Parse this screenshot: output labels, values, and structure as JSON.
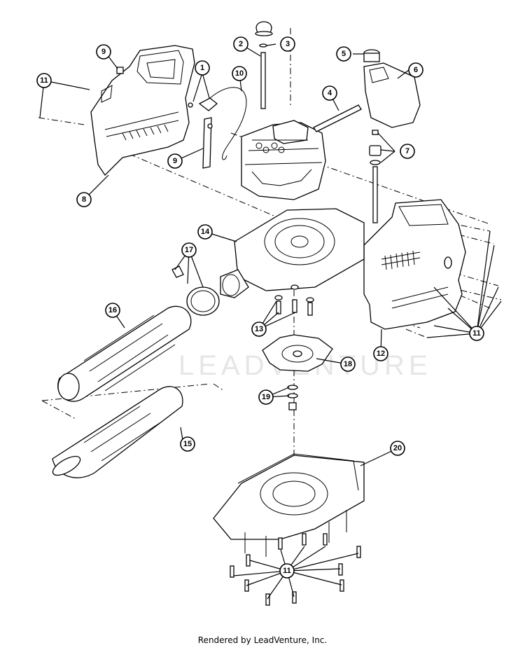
{
  "callouts": {
    "c1": "1",
    "c2": "2",
    "c3": "3",
    "c4": "4",
    "c5": "5",
    "c6": "6",
    "c7": "7",
    "c8": "8",
    "c9a": "9",
    "c9b": "9",
    "c10": "10",
    "c11a": "11",
    "c11b": "11",
    "c11c": "11",
    "c12": "12",
    "c13": "13",
    "c14": "14",
    "c15": "15",
    "c16": "16",
    "c17": "17",
    "c18": "18",
    "c19": "19",
    "c20": "20"
  },
  "watermark": "LEADVENTURE",
  "footer": "Rendered by LeadVenture, Inc."
}
